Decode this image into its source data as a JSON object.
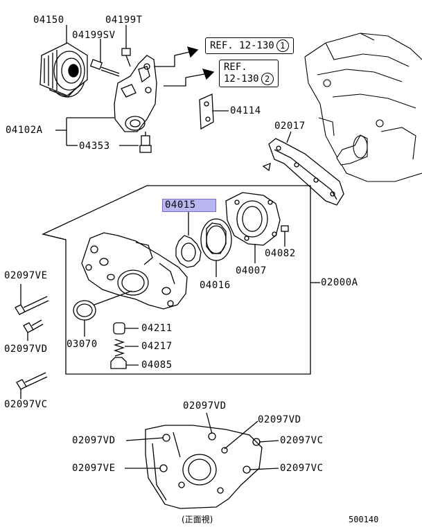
{
  "labels": {
    "p04150": "04150",
    "p04199T": "04199T",
    "p04199SV": "04199SV",
    "p04102A": "04102A",
    "p04353": "04353",
    "p04114": "04114",
    "p02017": "02017",
    "p04015": "04015",
    "p04082": "04082",
    "p04007": "04007",
    "p04016": "04016",
    "p02000A": "02000A",
    "p03070": "03070",
    "p04211": "04211",
    "p04217": "04217",
    "p04085": "04085",
    "p02097VE_a": "02097VE",
    "p02097VD_a": "02097VD",
    "p02097VC_a": "02097VC",
    "p02097VD_b": "02097VD",
    "p02097VD_c": "02097VD",
    "p02097VD_d": "02097VD",
    "p02097VC_b": "02097VC",
    "p02097VE_b": "02097VE",
    "p02097VC_c": "02097VC"
  },
  "refs": {
    "ref1_text": "REF. 12-130",
    "ref1_num": "1",
    "ref2_line1": "REF.",
    "ref2_line2": "12-130",
    "ref2_num": "2"
  },
  "caption": "(正面視)",
  "diagram_id": "500140",
  "highlight_color": "#b9b6f2"
}
